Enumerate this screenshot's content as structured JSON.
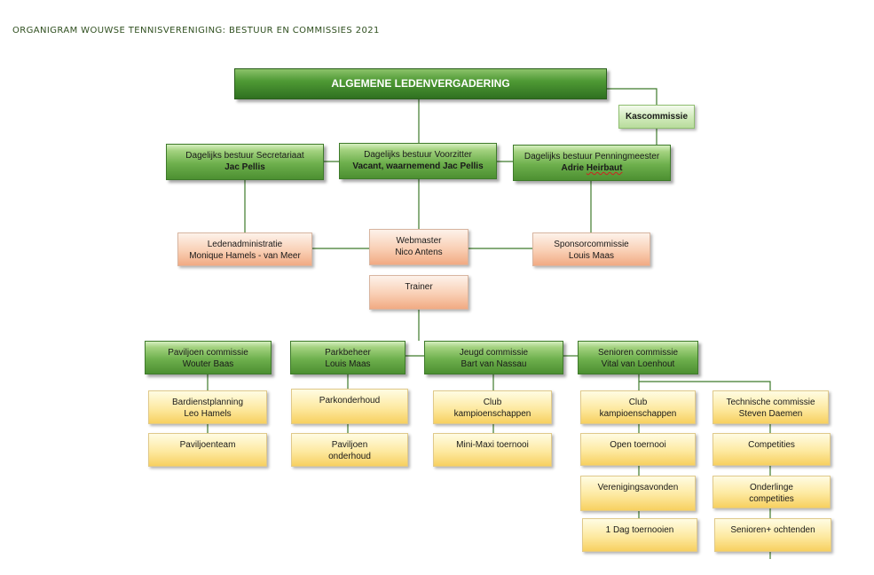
{
  "title": "ORGANIGRAM WOUWSE TENNISVERENIGING: BESTUUR EN COMMISSIES 2021",
  "top": {
    "name": "ALGEMENE LEDENVERGADERING"
  },
  "kascommissie": {
    "name": "Kascommissie"
  },
  "bestuur": {
    "secretariaat": {
      "role": "Dagelijks bestuur Secretariaat",
      "person": "Jac Pellis"
    },
    "voorzitter": {
      "role": "Dagelijks bestuur Voorzitter",
      "person": "Vacant, waarnemend Jac Pellis"
    },
    "penningmeester": {
      "role": "Dagelijks bestuur Penningmeester",
      "person_first": "Adrie",
      "person_last": "Heirbaut"
    }
  },
  "staff": {
    "ledenadministratie": {
      "role": "Ledenadministratie",
      "person": "Monique Hamels - van Meer"
    },
    "webmaster": {
      "role": "Webmaster",
      "person": "Nico Antens"
    },
    "sponsorcommissie": {
      "role": "Sponsorcommissie",
      "person": "Louis Maas"
    },
    "trainer": {
      "role": "Trainer"
    }
  },
  "commissions": {
    "paviljoen": {
      "role": "Paviljoen commissie",
      "person": "Wouter Baas"
    },
    "parkbeheer": {
      "role": "Parkbeheer",
      "person": "Louis Maas"
    },
    "jeugd": {
      "role": "Jeugd commissie",
      "person": "Bart van Nassau"
    },
    "senioren": {
      "role": "Senioren commissie",
      "person": "Vital van Loenhout"
    }
  },
  "sub": {
    "bardienst": {
      "line1": "Bardienstplanning",
      "line2": "Leo Hamels"
    },
    "paviljoenteam": {
      "line1": "Paviljoenteam"
    },
    "parkonderhoud": {
      "line1": "Parkonderhoud"
    },
    "paviljoen_onderhoud": {
      "line1": "Paviljoen",
      "line2": "onderhoud"
    },
    "jeugd_club": {
      "line1": "Club",
      "line2": "kampioenschappen"
    },
    "minimaxi": {
      "line1": "Mini-Maxi toernooi"
    },
    "sen_club": {
      "line1": "Club",
      "line2": "kampioenschappen"
    },
    "open": {
      "line1": "Open toernooi"
    },
    "verenigingsavonden": {
      "line1": "Verenigingsavonden"
    },
    "dag": {
      "line1": "1 Dag toernooien"
    },
    "technische": {
      "line1": "Technische commissie",
      "line2": "Steven Daemen"
    },
    "competities": {
      "line1": "Competities"
    },
    "onderlinge": {
      "line1": "Onderlinge",
      "line2": "competities"
    },
    "senioren_ochtenden": {
      "line1": "Senioren+ ochtenden"
    }
  },
  "colors": {
    "green": "#5ea23f",
    "dark_green": "#3f8a2a",
    "pale_green": "#c9e6b0",
    "salmon": "#f6bd9c",
    "yellow": "#fbe08a",
    "connector": "#3e7a2a"
  }
}
